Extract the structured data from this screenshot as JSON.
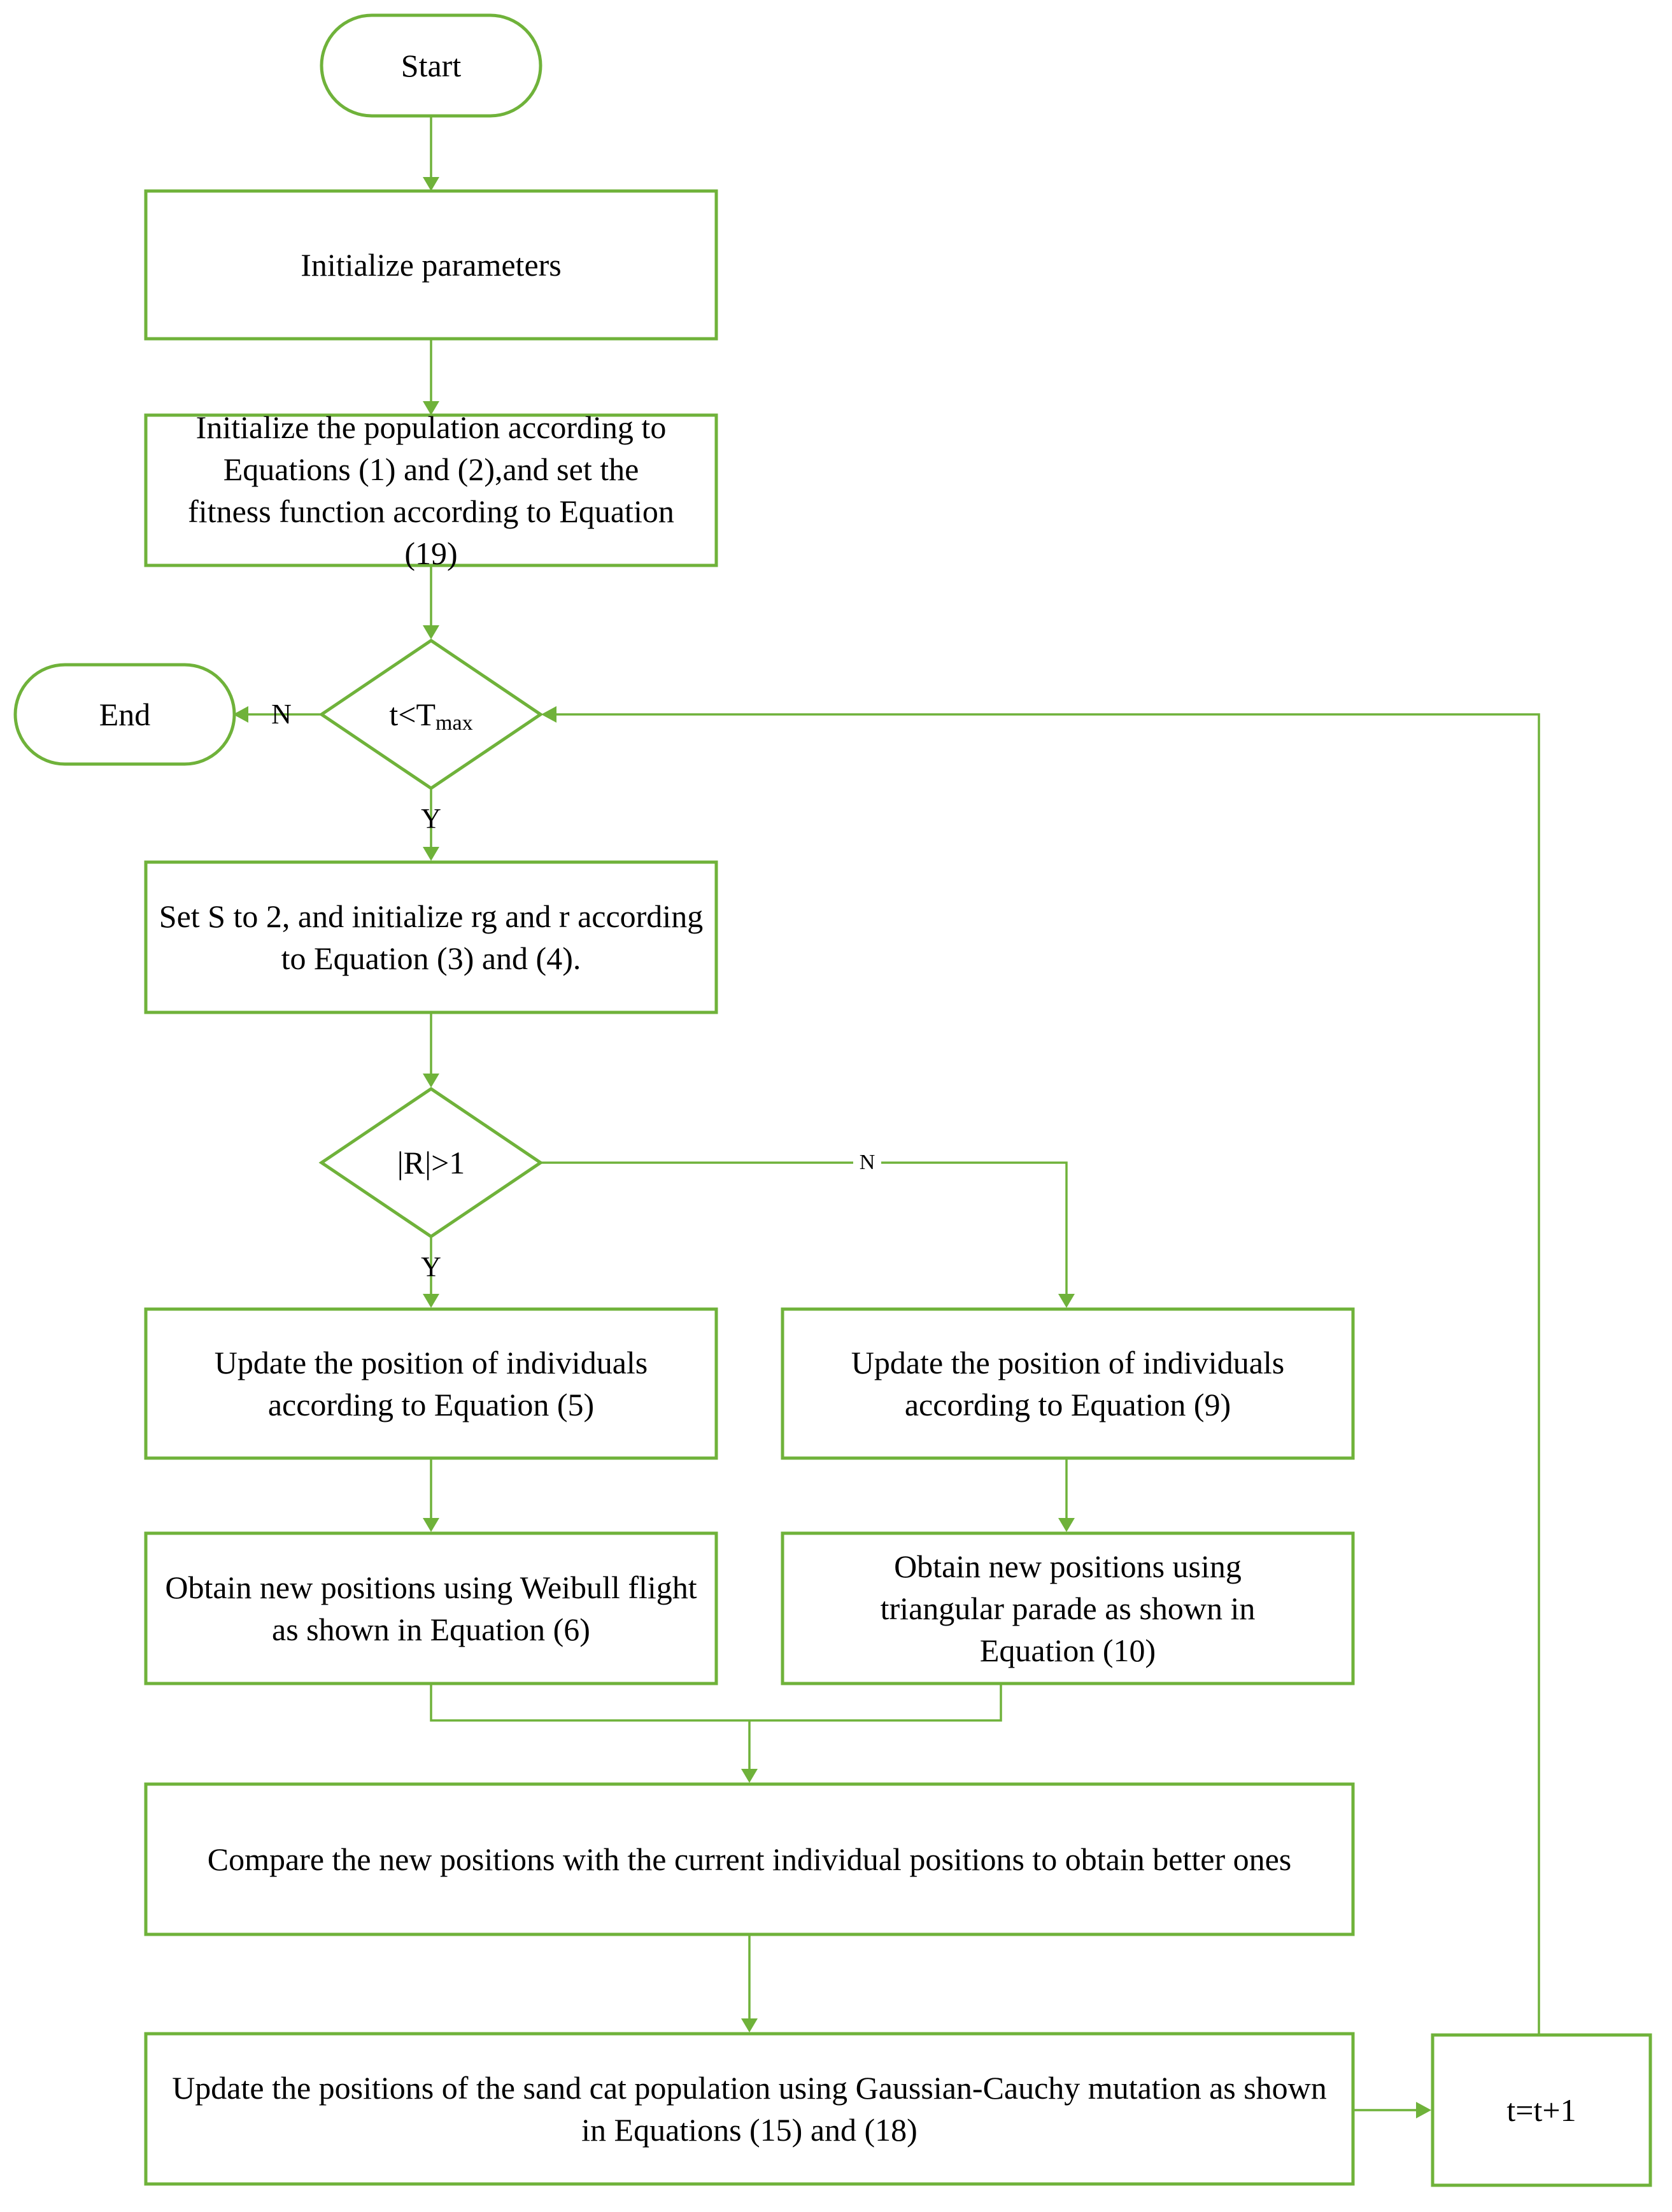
{
  "colors": {
    "stroke": "#6fb23a",
    "text": "#000000",
    "background": "#ffffff"
  },
  "nodes": {
    "start": "Start",
    "init_params": "Initialize parameters",
    "init_population": "Initialize the population according to Equations (1) and (2),and set the fitness function according to Equation (19)",
    "loop_condition": {
      "main": "t<T",
      "subscript": "max"
    },
    "end": "End",
    "set_s": "Set S to 2, and initialize rg and r according to Equation (3) and (4).",
    "r_condition": "|R|>1",
    "update_eq5": "Update the position of individuals according to Equation (5)",
    "update_eq9": "Update the position of individuals according to Equation (9)",
    "weibull": "Obtain new positions using Weibull flight as shown in Equation (6)",
    "triangular": "Obtain new positions using triangular parade as shown in Equation (10)",
    "compare": "Compare the new positions with the current individual positions to obtain better ones",
    "gaussian_cauchy": "Update the positions of the sand cat population using Gaussian-Cauchy mutation as shown in Equations (15) and (18)",
    "increment": "t=t+1"
  },
  "edge_labels": {
    "loop_no": "N",
    "loop_yes": "Y",
    "r_no": "N",
    "r_yes": "Y"
  }
}
